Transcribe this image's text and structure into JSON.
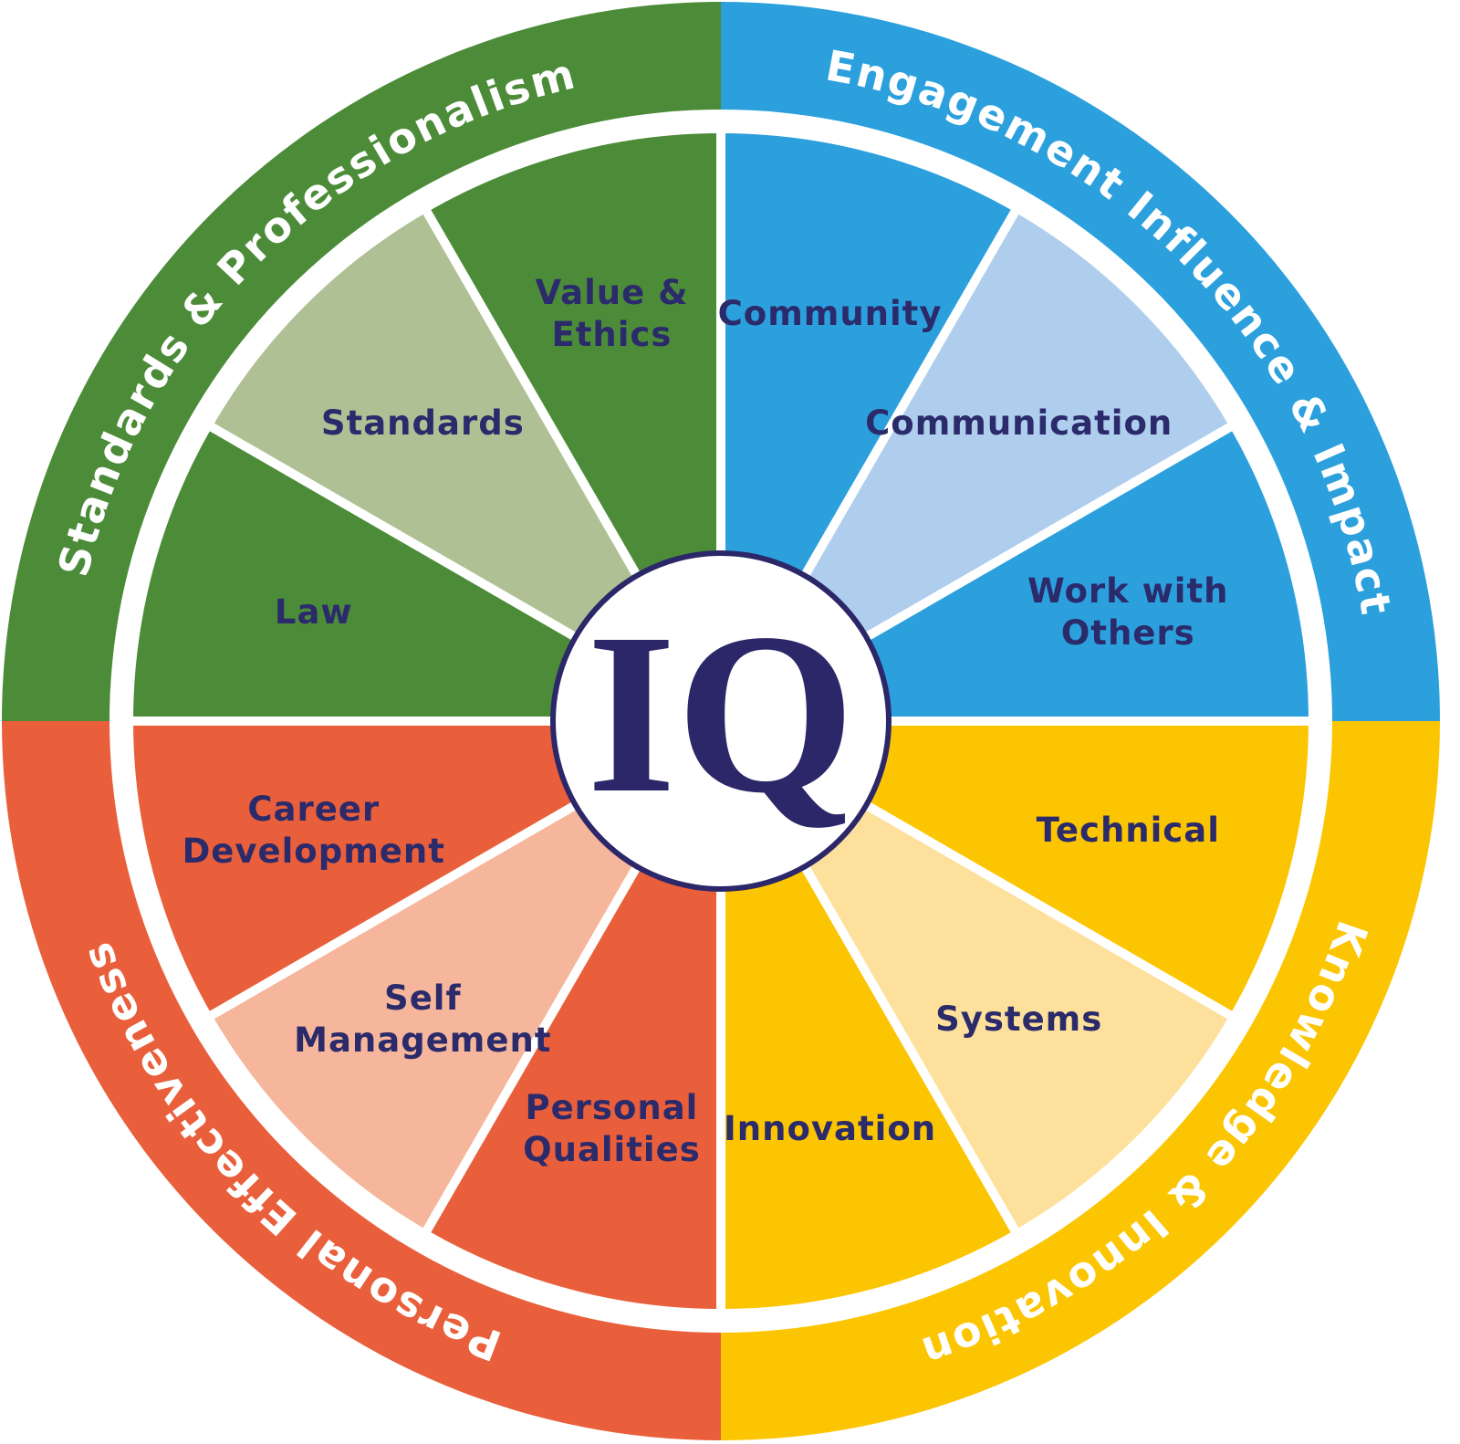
{
  "diagram": {
    "center_label": "IQ",
    "colors": {
      "background": "#FFFFFF",
      "center_circle_fill": "#FFFFFF",
      "center_circle_border": "#2B2768",
      "center_label_color": "#2B2768",
      "segment_label_color": "#2B2A6B",
      "quadrant_title_color": "#FFFFFF",
      "divider_color": "#FFFFFF"
    },
    "quadrants": [
      {
        "title": "Engagement Influence & Impact",
        "color": "#2BA0DD",
        "light_color": "#AFCEEE",
        "segments": [
          {
            "label_lines": [
              "Community"
            ],
            "shade": "dark"
          },
          {
            "label_lines": [
              "Communication"
            ],
            "shade": "light"
          },
          {
            "label_lines": [
              "Work with",
              "Others"
            ],
            "shade": "dark"
          }
        ]
      },
      {
        "title": "Knowledge & Innovation",
        "color": "#FCC502",
        "light_color": "#FDE09B",
        "segments": [
          {
            "label_lines": [
              "Technical"
            ],
            "shade": "dark"
          },
          {
            "label_lines": [
              "Systems"
            ],
            "shade": "light"
          },
          {
            "label_lines": [
              "Innovation"
            ],
            "shade": "dark"
          }
        ]
      },
      {
        "title": "Personal Effectiveness",
        "color": "#E95F3B",
        "light_color": "#F5B69B",
        "segments": [
          {
            "label_lines": [
              "Personal",
              "Qualities"
            ],
            "shade": "dark"
          },
          {
            "label_lines": [
              "Self",
              "Management"
            ],
            "shade": "light"
          },
          {
            "label_lines": [
              "Career",
              "Development"
            ],
            "shade": "dark"
          }
        ]
      },
      {
        "title": "Standards & Professionalism",
        "color": "#4C8C39",
        "light_color": "#AFC194",
        "segments": [
          {
            "label_lines": [
              "Law"
            ],
            "shade": "dark"
          },
          {
            "label_lines": [
              "Standards"
            ],
            "shade": "light"
          },
          {
            "label_lines": [
              "Value &",
              "Ethics"
            ],
            "shade": "dark"
          }
        ]
      }
    ]
  }
}
